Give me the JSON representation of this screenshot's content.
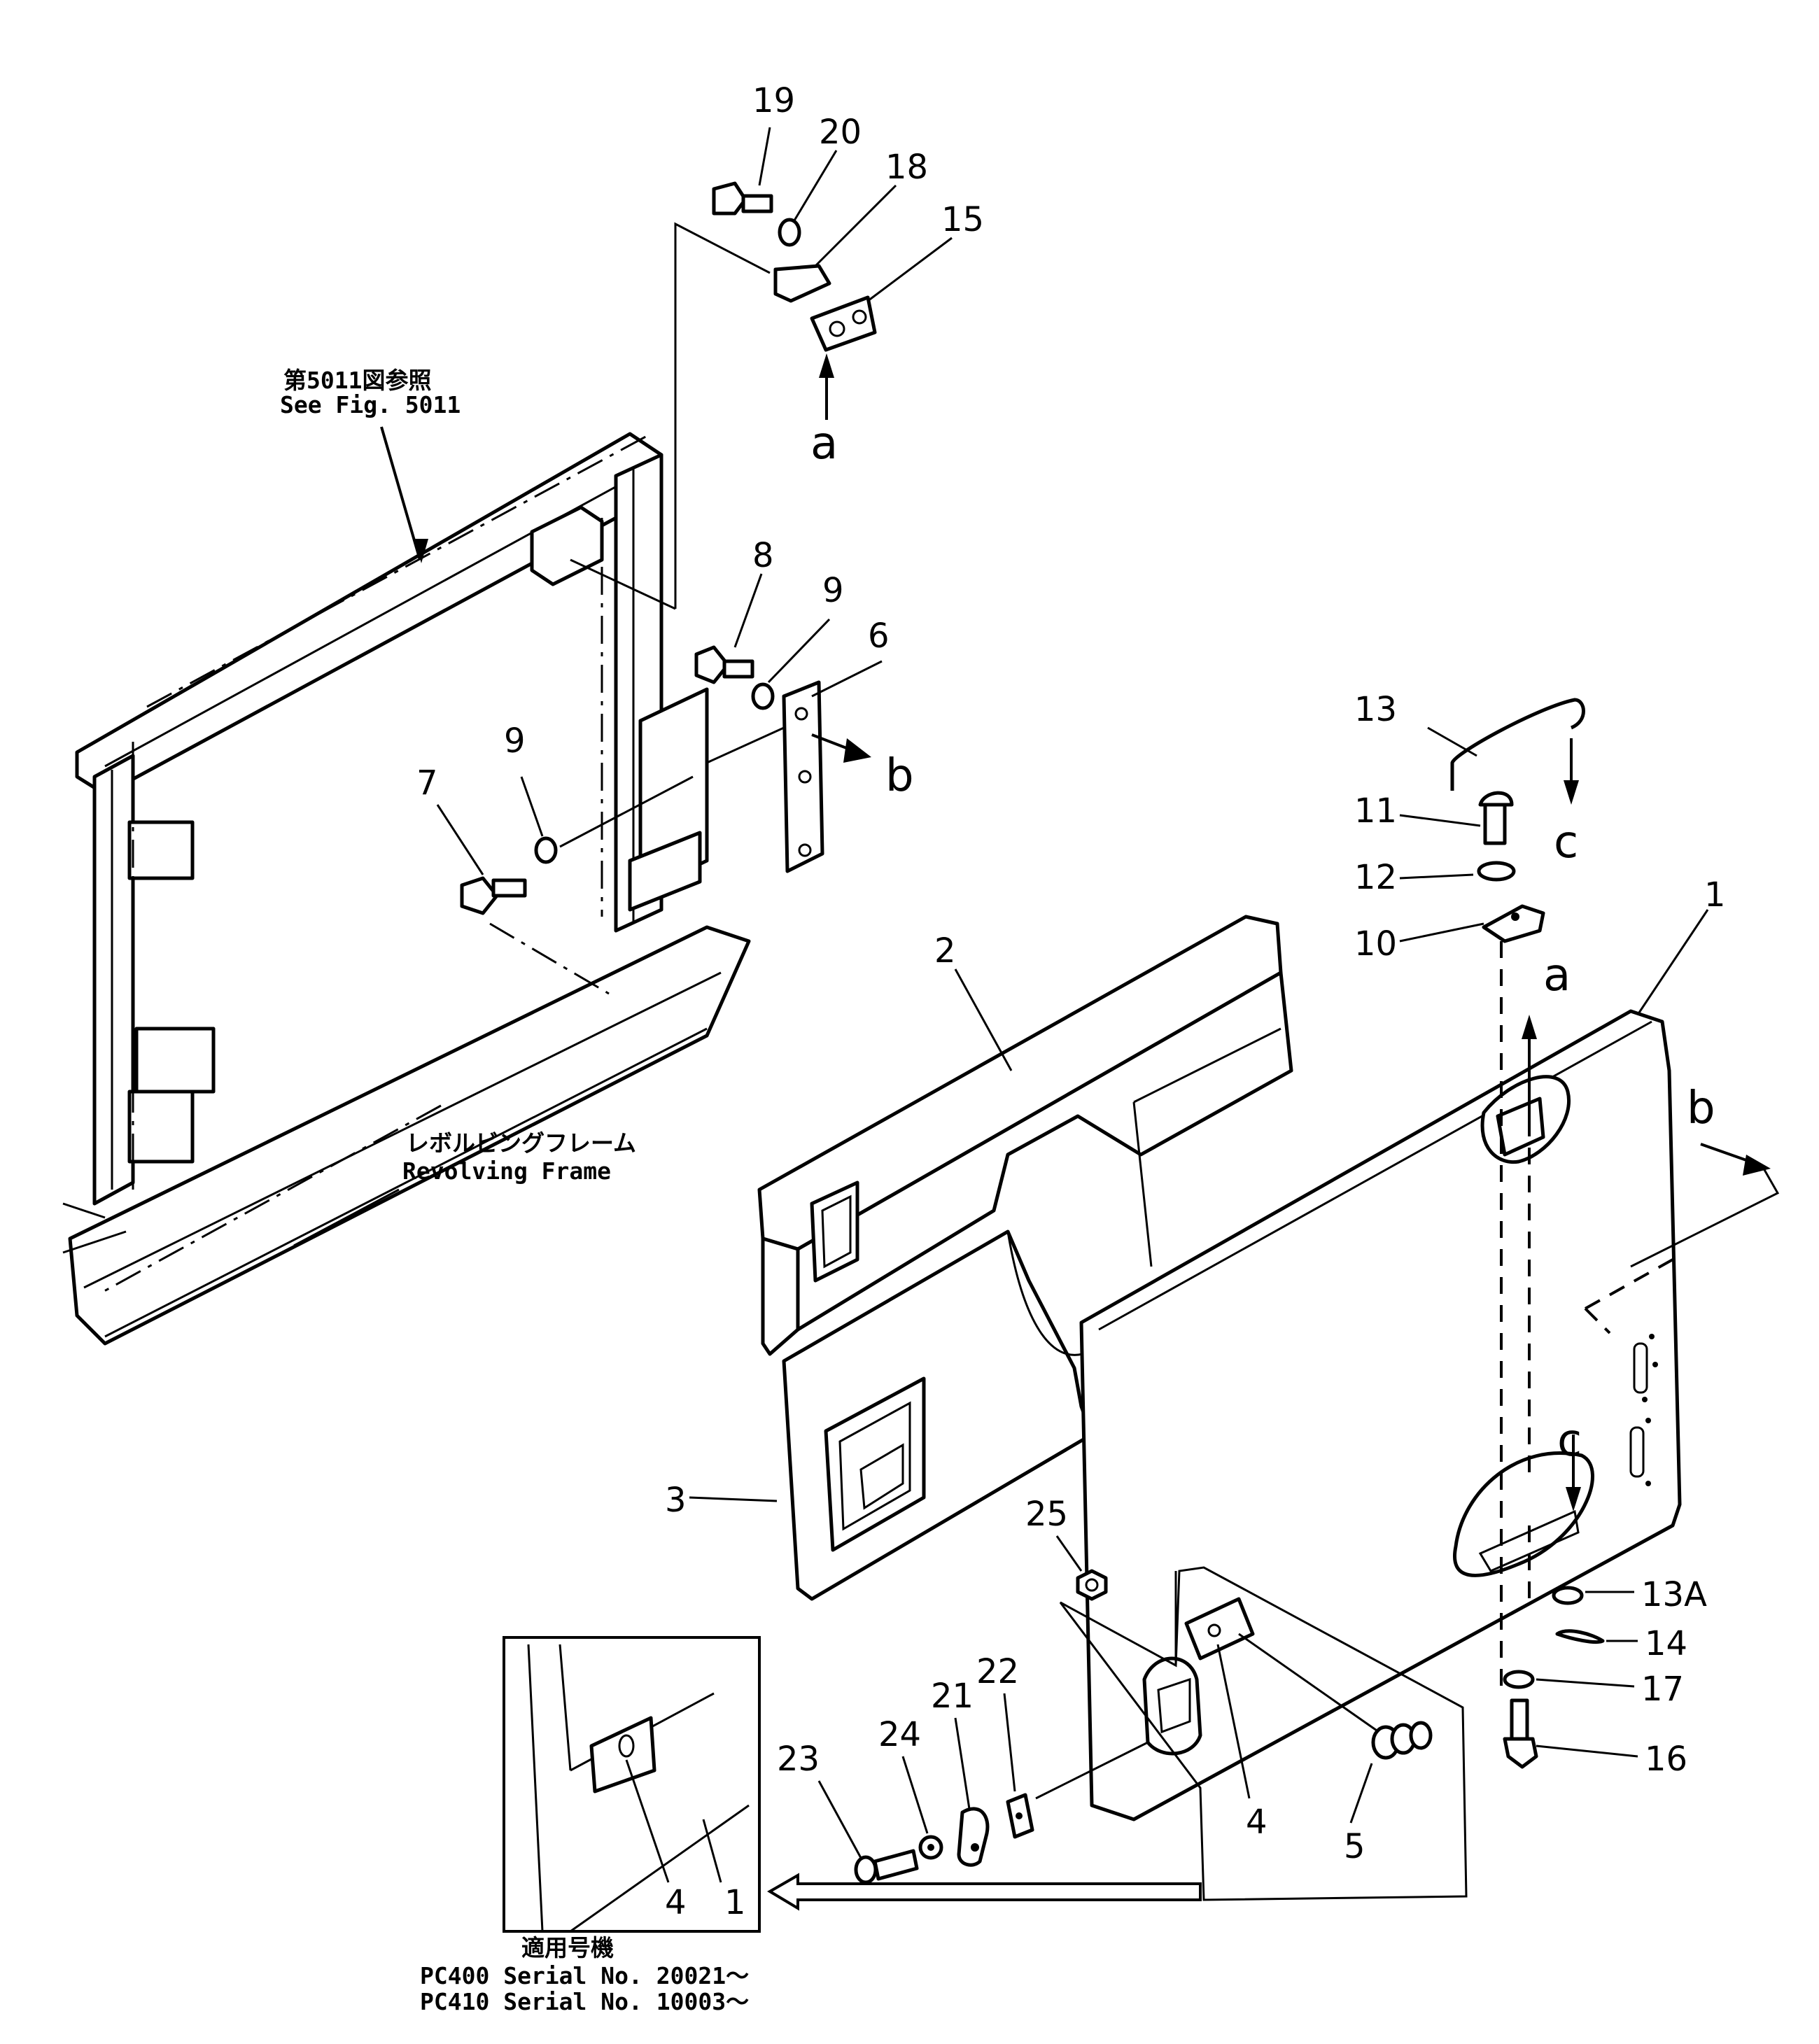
{
  "notes": {
    "fig_ref_jp": "第5011図参照",
    "fig_ref_en": "See Fig. 5011",
    "frame_jp": "レボルビングフレーム",
    "frame_en": "Revolving Frame",
    "applicable_jp": "適用号機",
    "applicable_1": "PC400  Serial  No.  20021～",
    "applicable_2": "PC410  Serial  No.  10003～"
  },
  "callouts": {
    "p1": "1",
    "p2": "2",
    "p3": "3",
    "p4": "4",
    "p5": "5",
    "p6": "6",
    "p7": "7",
    "p8": "8",
    "p9": "9",
    "p10": "10",
    "p11": "11",
    "p12": "12",
    "p13": "13",
    "p13a": "13A",
    "p14": "14",
    "p15": "15",
    "p16": "16",
    "p17": "17",
    "p18": "18",
    "p19": "19",
    "p20": "20",
    "p21": "21",
    "p22": "22",
    "p23": "23",
    "p24": "24",
    "p25": "25"
  },
  "views": {
    "a": "a",
    "b": "b",
    "c": "c"
  }
}
